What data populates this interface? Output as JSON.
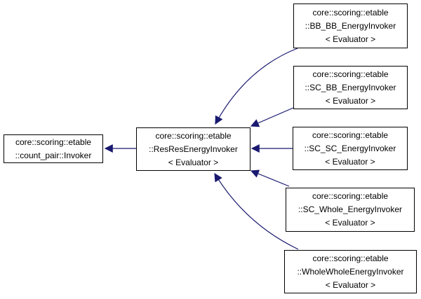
{
  "colors": {
    "edge": "#191970",
    "box_border": "#000000",
    "background": "#ffffff",
    "text": "#000000"
  },
  "nodes": {
    "invoker": {
      "lines": [
        "core::scoring::etable",
        "::count_pair::Invoker"
      ]
    },
    "resres": {
      "lines": [
        "core::scoring::etable",
        "::ResResEnergyInvoker",
        "< Evaluator >"
      ]
    },
    "bb_bb": {
      "lines": [
        "core::scoring::etable",
        "::BB_BB_EnergyInvoker",
        "< Evaluator >"
      ]
    },
    "sc_bb": {
      "lines": [
        "core::scoring::etable",
        "::SC_BB_EnergyInvoker",
        "< Evaluator >"
      ]
    },
    "sc_sc": {
      "lines": [
        "core::scoring::etable",
        "::SC_SC_EnergyInvoker",
        "< Evaluator >"
      ]
    },
    "sc_whole": {
      "lines": [
        "core::scoring::etable",
        "::SC_Whole_EnergyInvoker",
        "< Evaluator >"
      ]
    },
    "wholewhole": {
      "lines": [
        "core::scoring::etable",
        "::WholeWholeEnergyInvoker",
        "< Evaluator >"
      ]
    }
  }
}
